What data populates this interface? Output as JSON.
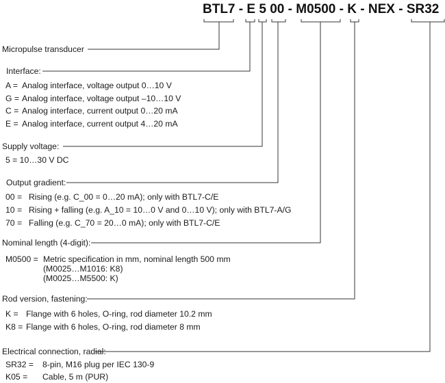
{
  "type_code": {
    "part1": "BTL7",
    "part2": "E",
    "part3": "5",
    "part4": "00",
    "part5": "M0500",
    "part6": "K",
    "part7": "NEX",
    "part8": "SR32",
    "dash": "-"
  },
  "sections": {
    "micropulse": {
      "title": "Micropulse transducer"
    },
    "interface": {
      "title": "Interface:",
      "items": [
        {
          "key": "A =",
          "desc": "Analog interface, voltage output 0…10 V"
        },
        {
          "key": "G =",
          "desc": "Analog interface, voltage output –10…10 V"
        },
        {
          "key": "C =",
          "desc": "Analog interface, current output 0…20 mA"
        },
        {
          "key": "E =",
          "desc": "Analog interface, current output 4…20 mA"
        }
      ]
    },
    "supply": {
      "title": "Supply voltage:",
      "items": [
        {
          "text": "5 = 10…30 V DC"
        }
      ]
    },
    "gradient": {
      "title": "Output gradient:",
      "items": [
        {
          "key": "00 =",
          "desc": "Rising (e.g. C_00 = 0…20 mA); only with BTL7-C/E"
        },
        {
          "key": "10 =",
          "desc": "Rising + falling (e.g. A_10 = 10…0 V and 0…10 V); only with BTL7-A/G"
        },
        {
          "key": "70 =",
          "desc": "Falling (e.g. C_70 = 20…0 mA); only with BTL7-C/E"
        }
      ]
    },
    "length": {
      "title": "Nominal length (4-digit):",
      "key": "M0500 =",
      "desc": "Metric specification in mm, nominal length 500 mm",
      "sub1": "(M0025…M1016: K8)",
      "sub2": "(M0025…M5500: K)"
    },
    "rod": {
      "title": "Rod version, fastening:",
      "items": [
        {
          "key": "K =",
          "desc": "Flange with 6 holes, O-ring, rod diameter 10.2 mm"
        },
        {
          "key": "K8 =",
          "desc": "Flange with 6 holes, O-ring, rod diameter 8 mm"
        }
      ]
    },
    "connection": {
      "title": "Electrical connection, radial:",
      "items": [
        {
          "key": "SR32 =",
          "desc": "8-pin, M16 plug per IEC 130-9"
        },
        {
          "key": "K05 =",
          "desc": "Cable, 5 m (PUR)"
        }
      ]
    }
  },
  "colors": {
    "text": "#1a1a1a",
    "line": "#333333"
  }
}
